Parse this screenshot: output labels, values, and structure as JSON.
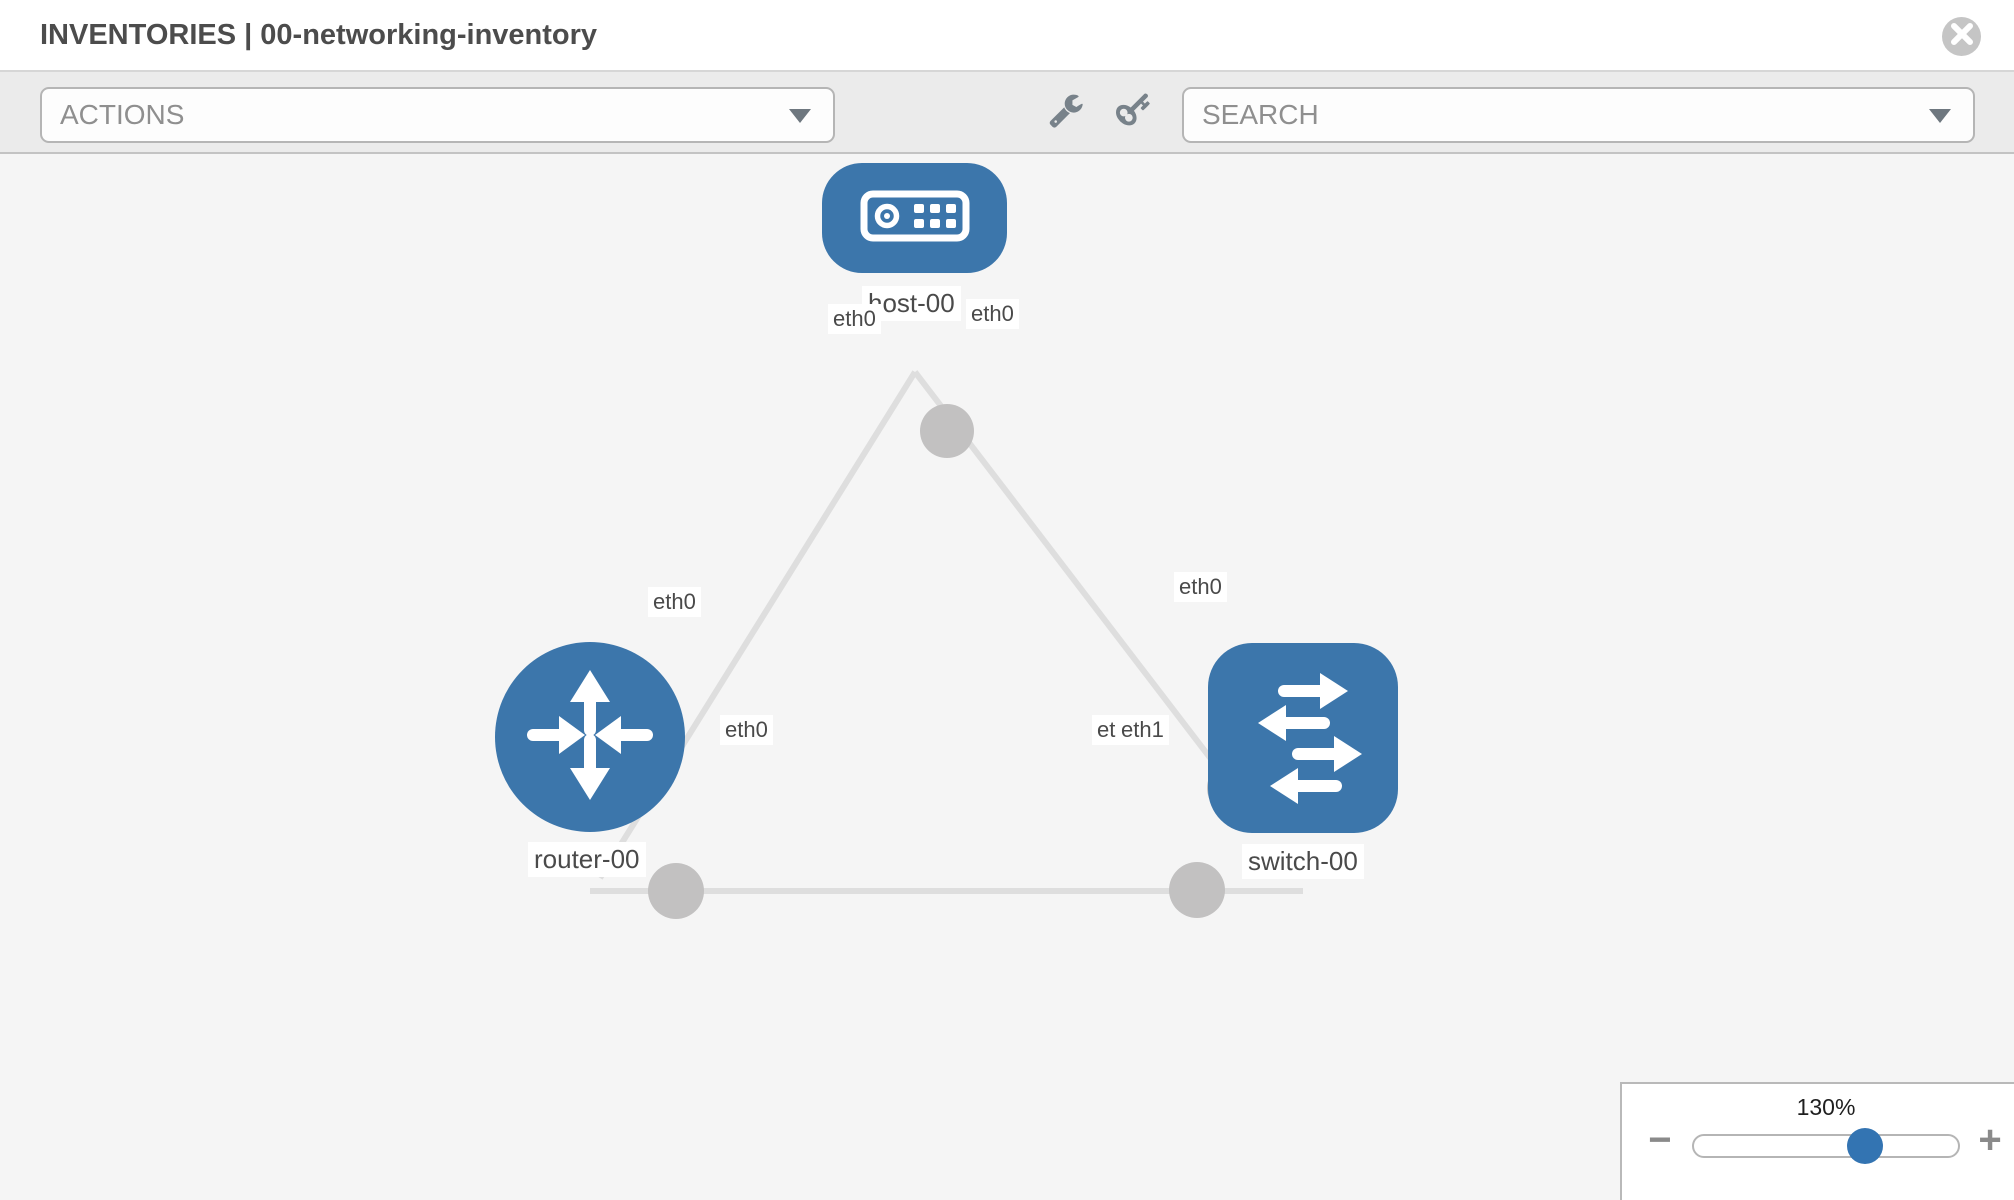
{
  "header": {
    "title": "INVENTORIES | 00-networking-inventory"
  },
  "toolbar": {
    "actions_label": "ACTIONS",
    "search_label": "SEARCH",
    "icons": [
      "wrench-icon",
      "key-icon"
    ]
  },
  "topology": {
    "nodes": [
      {
        "id": "host-00",
        "label": "host-00",
        "type": "host",
        "icon": "server-icon"
      },
      {
        "id": "router-00",
        "label": "router-00",
        "type": "router",
        "icon": "router-arrows-icon"
      },
      {
        "id": "switch-00",
        "label": "switch-00",
        "type": "switch",
        "icon": "switch-arrows-icon"
      }
    ],
    "links": [
      {
        "from": "host-00",
        "to": "router-00",
        "from_if": "eth0",
        "to_if": "eth0"
      },
      {
        "from": "host-00",
        "to": "switch-00",
        "from_if": "eth0",
        "to_if": "eth0"
      },
      {
        "from": "router-00",
        "to": "switch-00",
        "from_if": "eth0",
        "to_if": "eth1"
      }
    ],
    "chips": {
      "host_if_left": "eth0",
      "host_if_right": "eth0",
      "host_router_mid": "eth0",
      "host_switch_mid": "eth0",
      "router_if": "eth0",
      "switch_if_back": "eth0",
      "switch_if_front": "eth1"
    }
  },
  "zoom_control": {
    "level": "130%",
    "minus_label": "−",
    "plus_label": "+"
  },
  "colors": {
    "node_blue": "#3c76ab",
    "slider_blue": "#3374b2",
    "link_gray": "#dedede",
    "connection_gray": "#c2c1c1",
    "canvas_bg": "#f5f5f5",
    "toolbar_bg": "#ebebeb",
    "title_text": "#4c4c4c",
    "icon_gray": "#78828a"
  }
}
